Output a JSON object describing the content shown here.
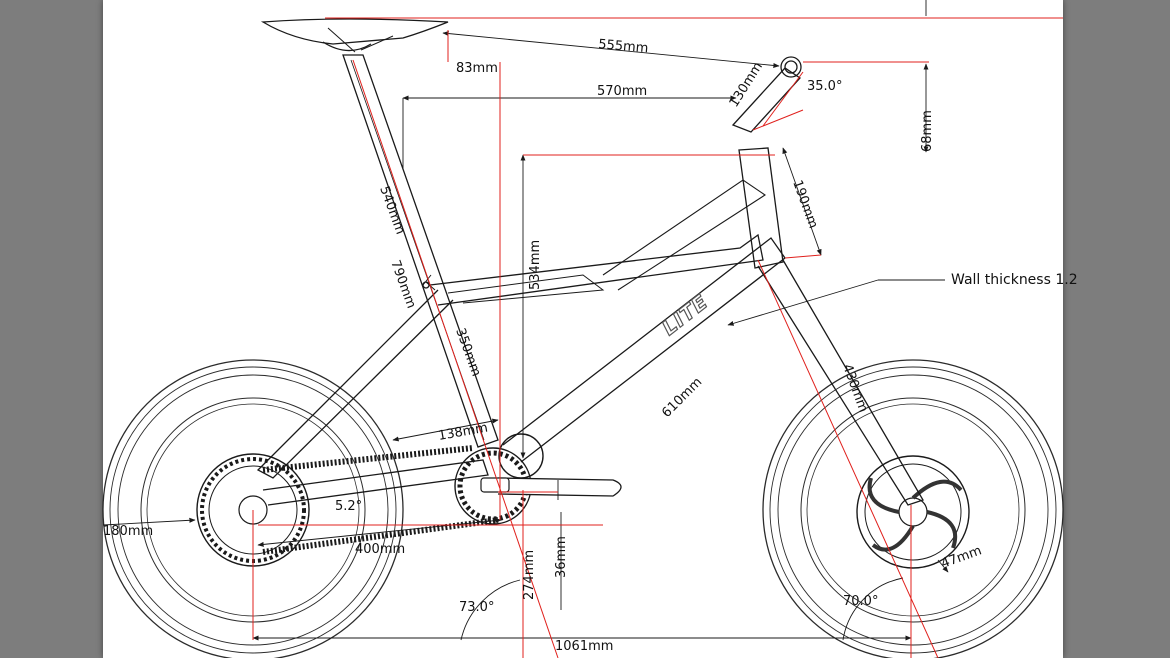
{
  "drawing": {
    "brand_logo": "LITE",
    "dimensions": {
      "saddle_to_bar": "555mm",
      "saddle_setback": "83mm",
      "top_tube_length": "570mm",
      "stem_length": "130mm",
      "stem_angle": "35.0°",
      "bar_drop": "68mm",
      "head_tube": "190mm",
      "seatpost_length": "540mm",
      "seat_tube_length": "790mm",
      "stack": "534mm",
      "seat_tube_short": "350mm",
      "fork_length": "430mm",
      "down_tube": "610mm",
      "chainline_offset": "138mm",
      "chainstay_angle": "5.2°",
      "rear_rotor": "180mm",
      "chainstay_length": "400mm",
      "bb_drop": "36mm",
      "bb_height": "274mm",
      "seat_angle": "73.0°",
      "wheelbase": "1061mm",
      "head_angle": "70.0°",
      "fork_offset": "47mm"
    },
    "notes": {
      "wall_thickness": "Wall thickness 1.2"
    }
  },
  "colors": {
    "background": "#7d7d7d",
    "sheet": "#ffffff",
    "line": "#1a1a1a",
    "dimension_red": "#e0201c"
  }
}
